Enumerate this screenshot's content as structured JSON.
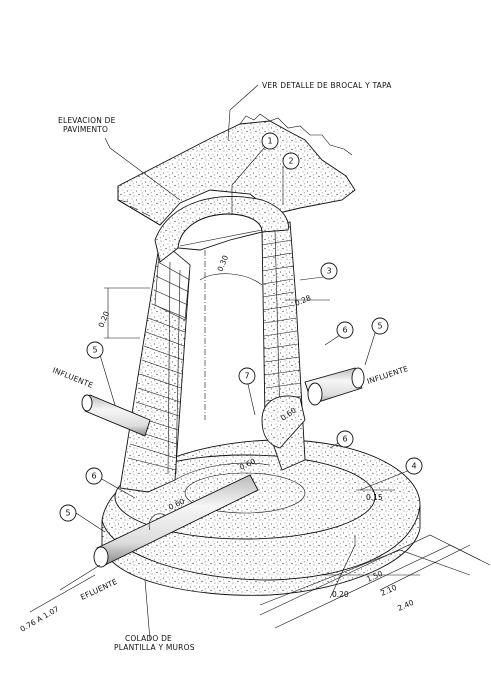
{
  "labels": {
    "detalle": "VER DETALLE DE BROCAL Y TAPA",
    "elevacion_1": "ELEVACION DE",
    "elevacion_2": "PAVIMENTO",
    "influente_left": "INFLUENTE",
    "influente_right": "INFLUENTE",
    "efluente": "EFLUENTE",
    "colado_1": "COLADO  DE",
    "colado_2": "PLANTILLA Y MUROS"
  },
  "dimensions": {
    "d030": "0.30",
    "d020_left": "0.20",
    "d028": "0.28",
    "d060_right": "0.60",
    "d060_mid": "0.60",
    "d060_low": "0.60",
    "d015": "0.15",
    "d020_base": "0.20",
    "d150": "1.50",
    "d210": "2.10",
    "d240": "2.40",
    "d076": "0.76 A 1.07"
  },
  "callouts": {
    "c1": "1",
    "c2": "2",
    "c3": "3",
    "c4": "4",
    "c5a": "5",
    "c5b": "5",
    "c5c": "5",
    "c6a": "6",
    "c6b": "6",
    "c6c": "6",
    "c7": "7"
  }
}
